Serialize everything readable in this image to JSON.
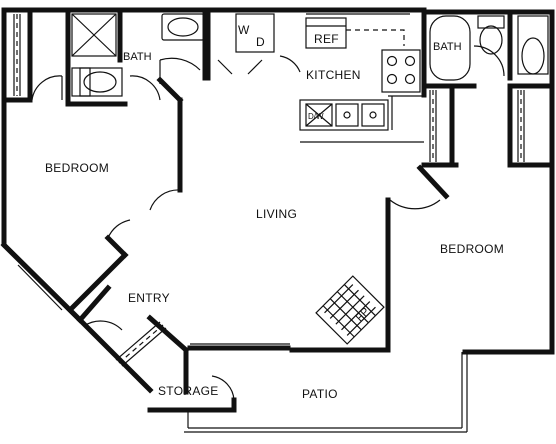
{
  "plan": {
    "rooms": {
      "bath_left": "BATH",
      "bath_right": "BATH",
      "kitchen": "KITCHEN",
      "bedroom_left": "BEDROOM",
      "bedroom_right": "BEDROOM",
      "living": "LIVING",
      "entry": "ENTRY",
      "storage": "STORAGE",
      "patio": "PATIO"
    },
    "fixtures": {
      "washer": "W",
      "dryer": "D",
      "refrigerator": "REF",
      "dishwasher": "D/W",
      "fireplace": "FP"
    }
  }
}
